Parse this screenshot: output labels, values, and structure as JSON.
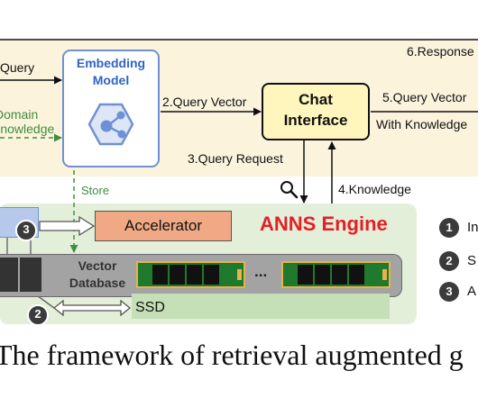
{
  "flow": {
    "query": "Query",
    "domain_knowledge_line1": "Domain",
    "domain_knowledge_line2": "Knowledge",
    "query_vector": "2.Query Vector",
    "query_request": "3.Query Request",
    "knowledge": "4.Knowledge",
    "query_vector_with_knowledge_line1": "5.Query Vector",
    "query_vector_with_knowledge_line2": "With Knowledge",
    "response": "6.Response",
    "store": "Store"
  },
  "embedding_model": {
    "line1": "Embedding",
    "line2": "Model"
  },
  "chat_interface": {
    "line1": "Chat",
    "line2": "Interface"
  },
  "anns": {
    "title": "ANNS Engine",
    "accelerator": "Accelerator",
    "vector_database_line1": "Vector",
    "vector_database_line2": "Database",
    "ssd": "SSD",
    "ellipsis": "...",
    "step_badge_3": "3",
    "step_badge_2": "2"
  },
  "legend": [
    {
      "num": "1",
      "text": "In"
    },
    {
      "num": "2",
      "text": "S"
    },
    {
      "num": "3",
      "text": "A"
    }
  ],
  "caption": "The framework of retrieval augmented g",
  "colors": {
    "top_band": "#fbf3dc",
    "anns_panel": "#e4efda",
    "chat_box": "#fef6bd",
    "embedding_border": "#6f91d3",
    "accelerator": "#f0a984",
    "anns_title": "#e41f26",
    "ssd_chip": "#1f7a2e",
    "dark_badge": "#3b3b3b",
    "domain_text": "#3e8f3e"
  }
}
